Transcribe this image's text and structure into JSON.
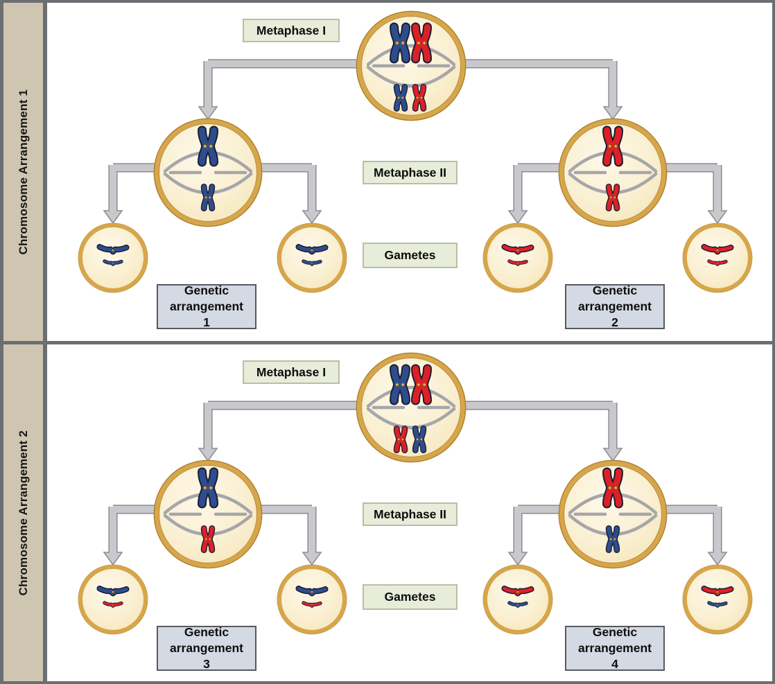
{
  "stage_labels": {
    "metaphase1": "Metaphase I",
    "metaphase2": "Metaphase II",
    "gametes": "Gametes"
  },
  "panels": [
    {
      "sidebar_label": "Chromosome Arrangement 1",
      "metaphase1_cell": {
        "top_left": "blue",
        "top_right": "red",
        "bottom_left": "blue",
        "bottom_right": "red"
      },
      "metaphase2_left_cell": {
        "top": "blue",
        "bottom": "blue"
      },
      "metaphase2_right_cell": {
        "top": "red",
        "bottom": "red"
      },
      "gametes": [
        {
          "large": "blue",
          "small": "blue"
        },
        {
          "large": "blue",
          "small": "blue"
        },
        {
          "large": "red",
          "small": "red"
        },
        {
          "large": "red",
          "small": "red"
        }
      ],
      "result_labels": {
        "left": "Genetic arrangement 1",
        "right": "Genetic arrangement 2"
      }
    },
    {
      "sidebar_label": "Chromosome Arrangement 2",
      "metaphase1_cell": {
        "top_left": "blue",
        "top_right": "red",
        "bottom_left": "red",
        "bottom_right": "blue"
      },
      "metaphase2_left_cell": {
        "top": "blue",
        "bottom": "red"
      },
      "metaphase2_right_cell": {
        "top": "red",
        "bottom": "blue"
      },
      "gametes": [
        {
          "large": "blue",
          "small": "red"
        },
        {
          "large": "blue",
          "small": "red"
        },
        {
          "large": "red",
          "small": "blue"
        },
        {
          "large": "red",
          "small": "blue"
        }
      ],
      "result_labels": {
        "left": "Genetic arrangement 3",
        "right": "Genetic arrangement 4"
      }
    }
  ],
  "colors": {
    "blue": "#2d4d8e",
    "red": "#dd2027",
    "cell_ring": "#d7a64b",
    "cell_fill": "#faf0d3",
    "arrow_fill": "#c9c9cd",
    "arrow_outline": "#909094",
    "spindle": "#a6a6aa",
    "stage_label_bg": "#e8edda",
    "result_label_bg": "#d4dae4",
    "sidebar_bg": "#cfc6b2",
    "frame": "#6b6e72"
  }
}
